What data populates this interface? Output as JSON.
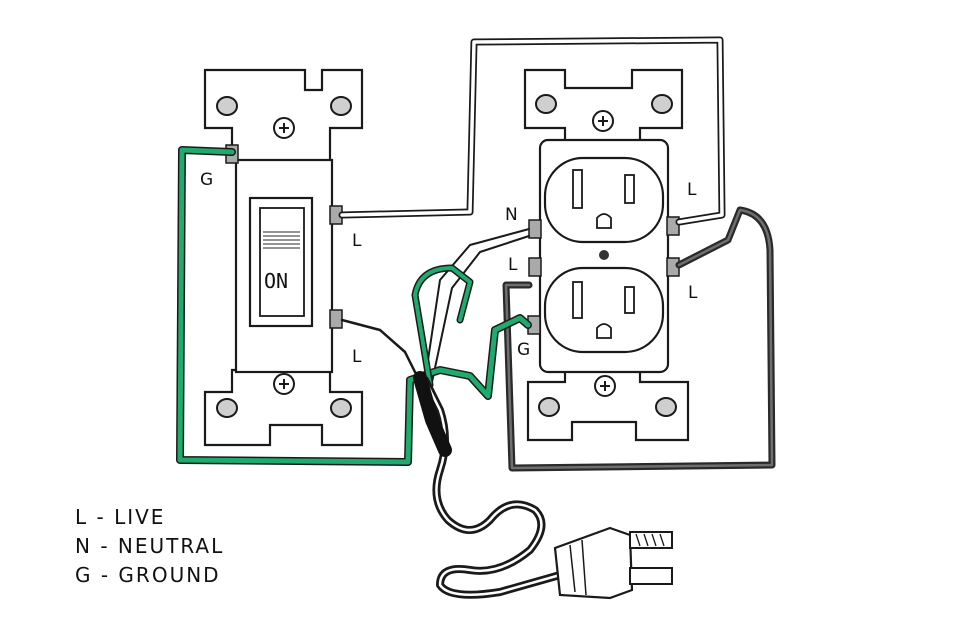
{
  "colors": {
    "ink": "#1a1a1a",
    "ground_wire": "#1faa6e",
    "device_fill": "#ffffff",
    "screw_fill": "#cfcfcf"
  },
  "switch": {
    "toggle_text": "ON",
    "terminal_labels": {
      "ground": "G",
      "upper": "L",
      "lower": "L"
    }
  },
  "outlet": {
    "terminal_labels": {
      "neutral": "N",
      "left_lower": "L",
      "right_upper": "L",
      "right_lower": "L",
      "ground": "G"
    }
  },
  "legend": [
    {
      "text": "L - LIVE"
    },
    {
      "text": "N - NEUTRAL"
    },
    {
      "text": "G - GROUND"
    }
  ]
}
